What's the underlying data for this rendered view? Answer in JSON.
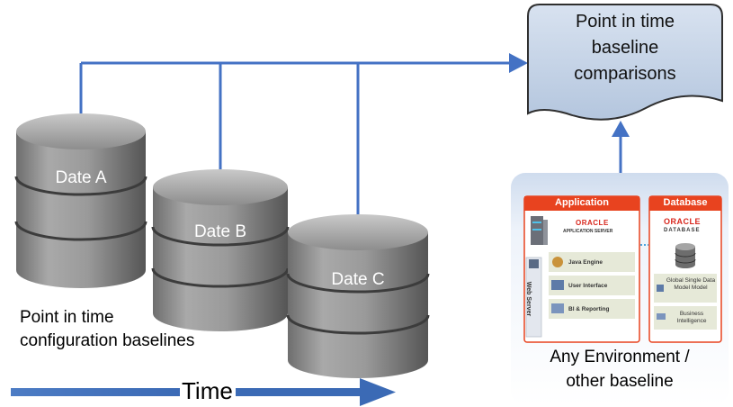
{
  "cloud": {
    "line1": "Point in time",
    "line2": "baseline",
    "line3": "comparisons"
  },
  "databases": [
    {
      "label": "Date A"
    },
    {
      "label": "Date B"
    },
    {
      "label": "Date C"
    }
  ],
  "caption": {
    "line1": "Point in time",
    "line2": "configuration baselines"
  },
  "time_label": "Time",
  "environment": {
    "caption_line1": "Any Environment /",
    "caption_line2": "other baseline",
    "application_header": "Application",
    "database_header": "Database",
    "oracle_word": "ORACLE",
    "app_server_text": "APPLICATION SERVER",
    "database_text": "DATABASE",
    "web_server_text": "Web Server",
    "items": [
      "Java Engine",
      "User Interface",
      "BI & Reporting"
    ],
    "db_items": [
      "Global Single Data Model Model",
      "Business Intelligence"
    ]
  },
  "colors": {
    "connector_blue": "#4472c4",
    "cloud_fill": "#c5d3e6",
    "panel_red": "#e8431f"
  },
  "icons": [
    "arrow-icon",
    "database-cylinder-icon",
    "cloud-callout-icon"
  ]
}
